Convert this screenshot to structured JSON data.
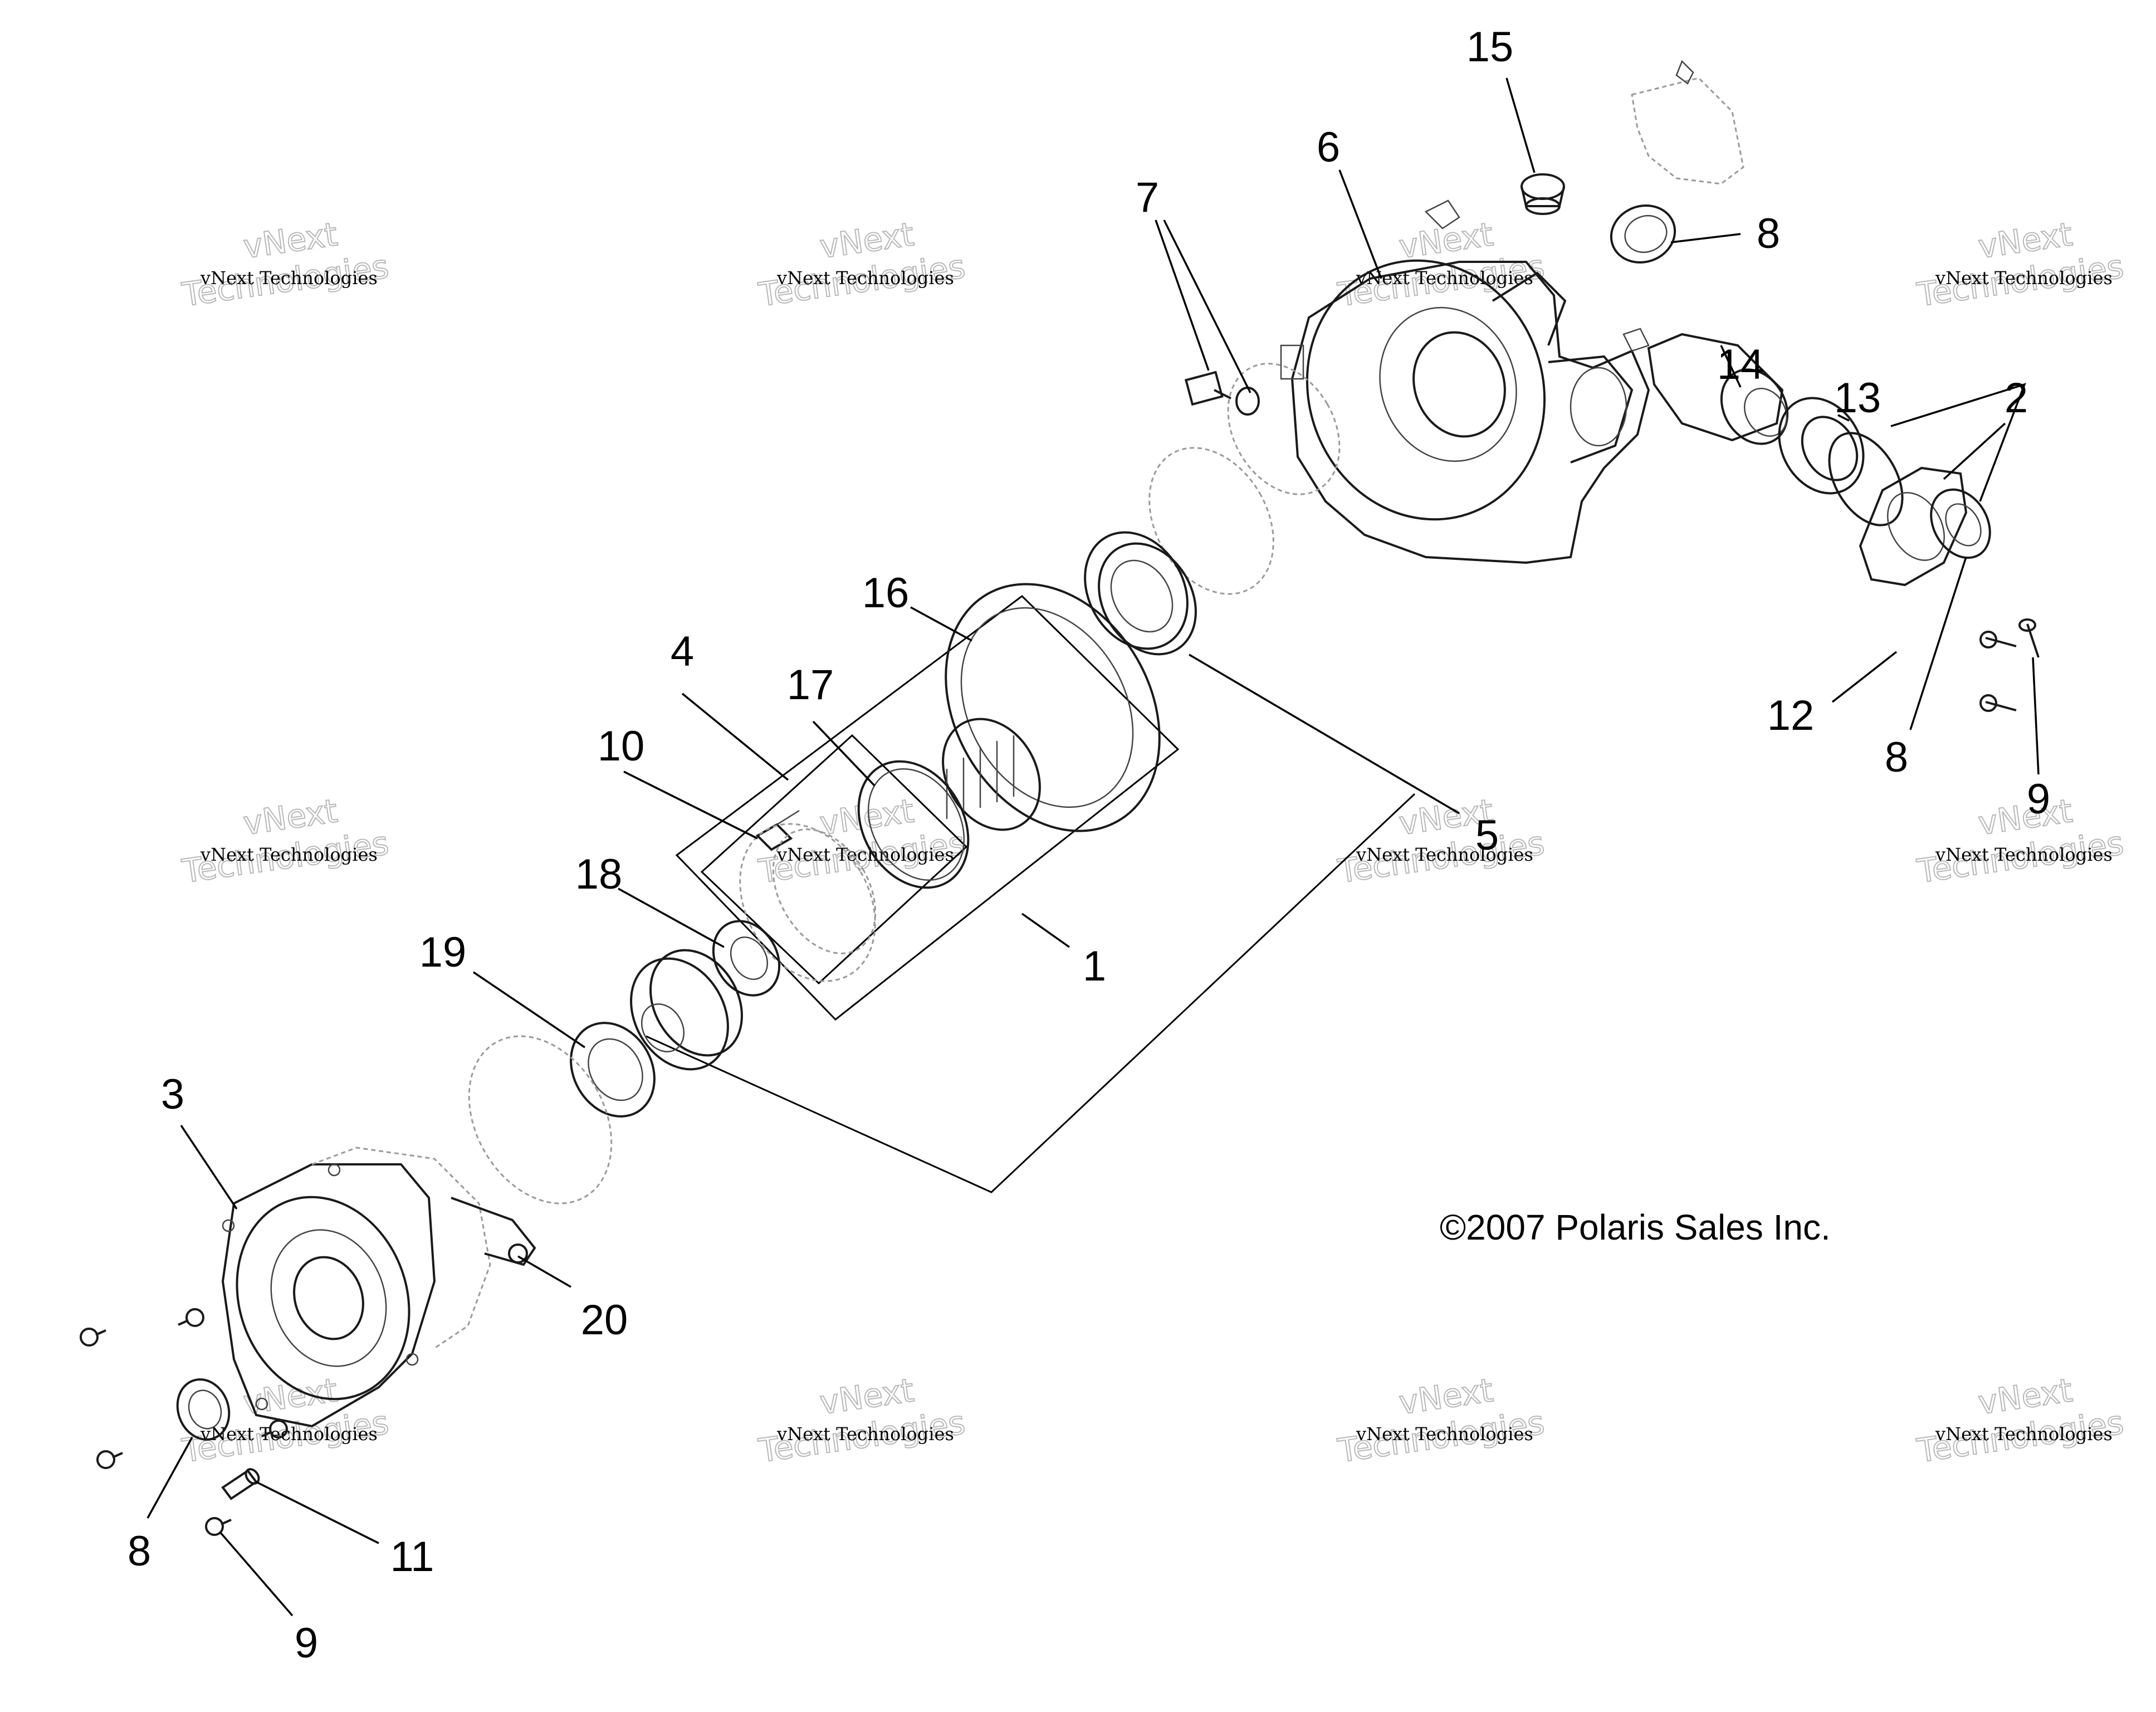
{
  "diagram": {
    "callouts": {
      "c1": "1",
      "c2": "2",
      "c3": "3",
      "c4": "4",
      "c5": "5",
      "c6": "6",
      "c7": "7",
      "c8a": "8",
      "c8b": "8",
      "c8c": "8",
      "c9a": "9",
      "c9b": "9",
      "c10": "10",
      "c11": "11",
      "c12": "12",
      "c13": "13",
      "c14": "14",
      "c15": "15",
      "c16": "16",
      "c17": "17",
      "c18": "18",
      "c19": "19",
      "c20": "20"
    },
    "copyright": "©2007  Polaris Sales Inc.",
    "watermark": {
      "line1": "vNext Technologies",
      "big": "Technologies",
      "overlay": "vNext"
    }
  }
}
